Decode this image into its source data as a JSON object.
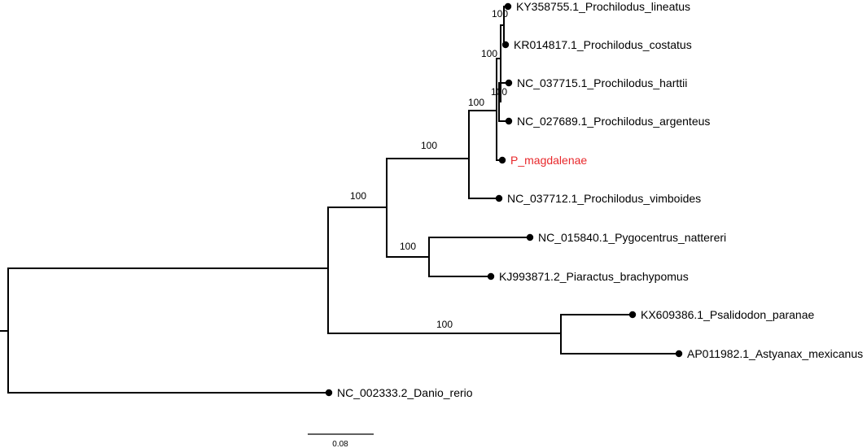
{
  "tree": {
    "taxa": [
      {
        "id": "kY358755",
        "label": "KY358755.1_Prochilodus_lineatus",
        "highlight": false
      },
      {
        "id": "kR014817",
        "label": "KR014817.1_Prochilodus_costatus",
        "highlight": false
      },
      {
        "id": "nC037715",
        "label": "NC_037715.1_Prochilodus_harttii",
        "highlight": false
      },
      {
        "id": "nC027689",
        "label": "NC_027689.1_Prochilodus_argenteus",
        "highlight": false
      },
      {
        "id": "pMagdalenae",
        "label": "P_magdalenae",
        "highlight": true
      },
      {
        "id": "nC037712",
        "label": "NC_037712.1_Prochilodus_vimboides",
        "highlight": false
      },
      {
        "id": "nC015840",
        "label": "NC_015840.1_Pygocentrus_nattereri",
        "highlight": false
      },
      {
        "id": "kJ993871",
        "label": "KJ993871.2_Piaractus_brachypomus",
        "highlight": false
      },
      {
        "id": "kX609386",
        "label": "KX609386.1_Psalidodon_paranae",
        "highlight": false
      },
      {
        "id": "aP011982",
        "label": "AP011982.1_Astyanax_mexicanus",
        "highlight": false
      },
      {
        "id": "nC002333",
        "label": "NC_002333.2_Danio_rerio",
        "highlight": false
      }
    ],
    "support_values": [
      "100",
      "100",
      "100",
      "100",
      "100",
      "100",
      "100",
      "100"
    ],
    "scale_bar_label": "0.08",
    "colors": {
      "branch": "#000000",
      "highlight": "#e8282b"
    }
  }
}
